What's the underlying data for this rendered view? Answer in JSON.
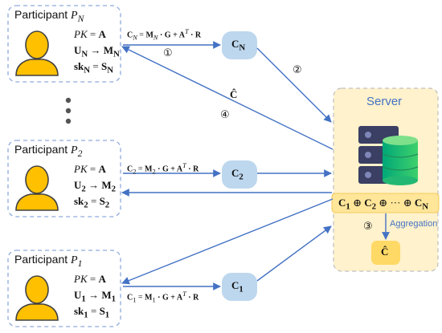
{
  "participants": [
    {
      "key": "pN",
      "title": "Participant",
      "sub": "N",
      "lines": [
        {
          "l": "PK",
          "op": "=",
          "r": "A"
        },
        {
          "l": "U",
          "lsub": "N",
          "op": "→",
          "r": "M",
          "rsub": "N"
        },
        {
          "l": "sk",
          "lsub": "N",
          "op": "=",
          "r": "S",
          "rsub": "N"
        }
      ],
      "cipher_eq": {
        "lhs": "C",
        "lsub": "N",
        "m": "M",
        "msub": "N"
      },
      "cipher_label": {
        "main": "C",
        "sub": "N"
      }
    },
    {
      "key": "p2",
      "title": "Participant",
      "sub": "2",
      "lines": [
        {
          "l": "PK",
          "op": "=",
          "r": "A"
        },
        {
          "l": "U",
          "lsub": "2",
          "op": "→",
          "r": "M",
          "rsub": "2"
        },
        {
          "l": "sk",
          "lsub": "2",
          "op": "=",
          "r": "S",
          "rsub": "2"
        }
      ],
      "cipher_eq": {
        "lhs": "C",
        "lsub": "2",
        "m": "M",
        "msub": "2"
      },
      "cipher_label": {
        "main": "C",
        "sub": "2"
      }
    },
    {
      "key": "p1",
      "title": "Participant",
      "sub": "1",
      "lines": [
        {
          "l": "PK",
          "op": "=",
          "r": "A"
        },
        {
          "l": "U",
          "lsub": "1",
          "op": "→",
          "r": "M",
          "rsub": "1"
        },
        {
          "l": "sk",
          "lsub": "1",
          "op": "=",
          "r": "S",
          "rsub": "1"
        }
      ],
      "cipher_eq": {
        "lhs": "C",
        "lsub": "1",
        "m": "M",
        "msub": "1"
      },
      "cipher_label": {
        "main": "C",
        "sub": "1"
      }
    }
  ],
  "cipher_eq_tail": "· G + A",
  "cipher_eq_sup": "T",
  "cipher_eq_end": "· R",
  "server": {
    "title": "Server"
  },
  "sum_expr": {
    "parts": [
      "C",
      "1",
      "⊕",
      "C",
      "2",
      "⊕",
      "···",
      "⊕",
      "C",
      "N"
    ]
  },
  "aggregation_label": "Aggregation",
  "chat_label": "Ĉ",
  "steps": [
    "①",
    "②",
    "③",
    "④"
  ],
  "colors": {
    "dash_border": "#8faadc",
    "cipher_fill": "#bdd7ee",
    "server_fill": "#fff2cc",
    "server_border": "#bfbfbf",
    "sum_fill": "#ffe699",
    "arrow": "#4472c4",
    "person_fill": "#ffc000",
    "person_stroke": "#404040"
  }
}
